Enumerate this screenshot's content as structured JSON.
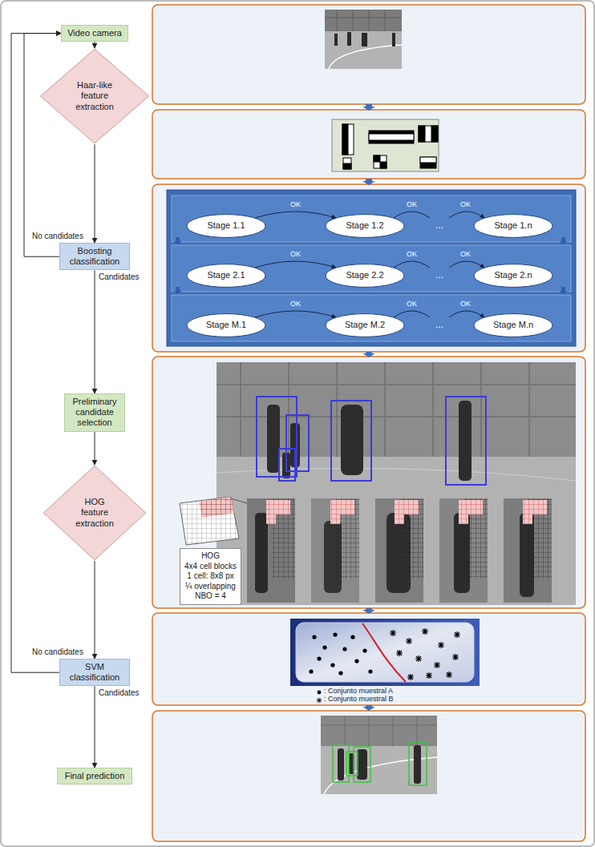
{
  "diagram": {
    "nodes": [
      {
        "text": [
          "Video camera"
        ]
      },
      {
        "text": [
          "Haar-like feature extraction"
        ]
      },
      {
        "text": [
          "Boosting classification"
        ]
      },
      {
        "text": [
          "Preliminary candidate selection"
        ]
      },
      {
        "text": [
          "HOG feature extraction"
        ]
      },
      {
        "text": [
          "SVM classification"
        ]
      },
      {
        "text": [
          "Final prediction"
        ]
      },
      {
        "text": [
          "Stage 1.1"
        ]
      },
      {
        "text": [
          "Stage 1.2"
        ]
      },
      {
        "text": [
          "Stage 1.n"
        ]
      },
      {
        "text": [
          "Stage 2.1"
        ]
      },
      {
        "text": [
          "Stage 2.2"
        ]
      },
      {
        "text": [
          "Stage 2.n"
        ]
      },
      {
        "text": [
          "Stage M.1"
        ]
      },
      {
        "text": [
          "Stage M.2"
        ]
      },
      {
        "text": [
          "Stage M.n"
        ]
      },
      {
        "text": [
          "HOG",
          "4x4 cell blocks",
          "1 cell: 8x8 px",
          "¼ overlapping",
          "NBO = 4"
        ]
      }
    ],
    "edges": [
      {
        "from": 0,
        "to": 1,
        "arrow": "to"
      },
      {
        "from": 1,
        "to": 2,
        "arrow": "to"
      },
      {
        "from": 2,
        "to": 3,
        "arrow": "to",
        "label": "Candidates"
      },
      {
        "from": 2,
        "to": 0,
        "arrow": "to",
        "label": "No candidates"
      },
      {
        "from": 3,
        "to": 4,
        "arrow": "to"
      },
      {
        "from": 4,
        "to": 5,
        "arrow": "to"
      },
      {
        "from": 5,
        "to": 6,
        "arrow": "to",
        "label": "Candidates"
      },
      {
        "from": 5,
        "to": 0,
        "arrow": "to",
        "label": "No candidates"
      },
      {
        "from": 7,
        "to": 8,
        "arrow": "to",
        "label": "OK"
      },
      {
        "from": 8,
        "to": 9,
        "arrow": "to",
        "label": "OK"
      },
      {
        "from": 10,
        "to": 11,
        "arrow": "to",
        "label": "OK"
      },
      {
        "from": 11,
        "to": 12,
        "arrow": "to",
        "label": "OK"
      },
      {
        "from": 13,
        "to": 14,
        "arrow": "to",
        "label": "OK"
      },
      {
        "from": 14,
        "to": 15,
        "arrow": "to",
        "label": "OK"
      }
    ],
    "labels": [
      "...",
      "OK",
      "...",
      "OK",
      "...",
      "OK"
    ],
    "legend": [
      {
        "text": ": Conjunto muestral A"
      },
      {
        "text": ": Conjunto muestral B"
      }
    ]
  }
}
